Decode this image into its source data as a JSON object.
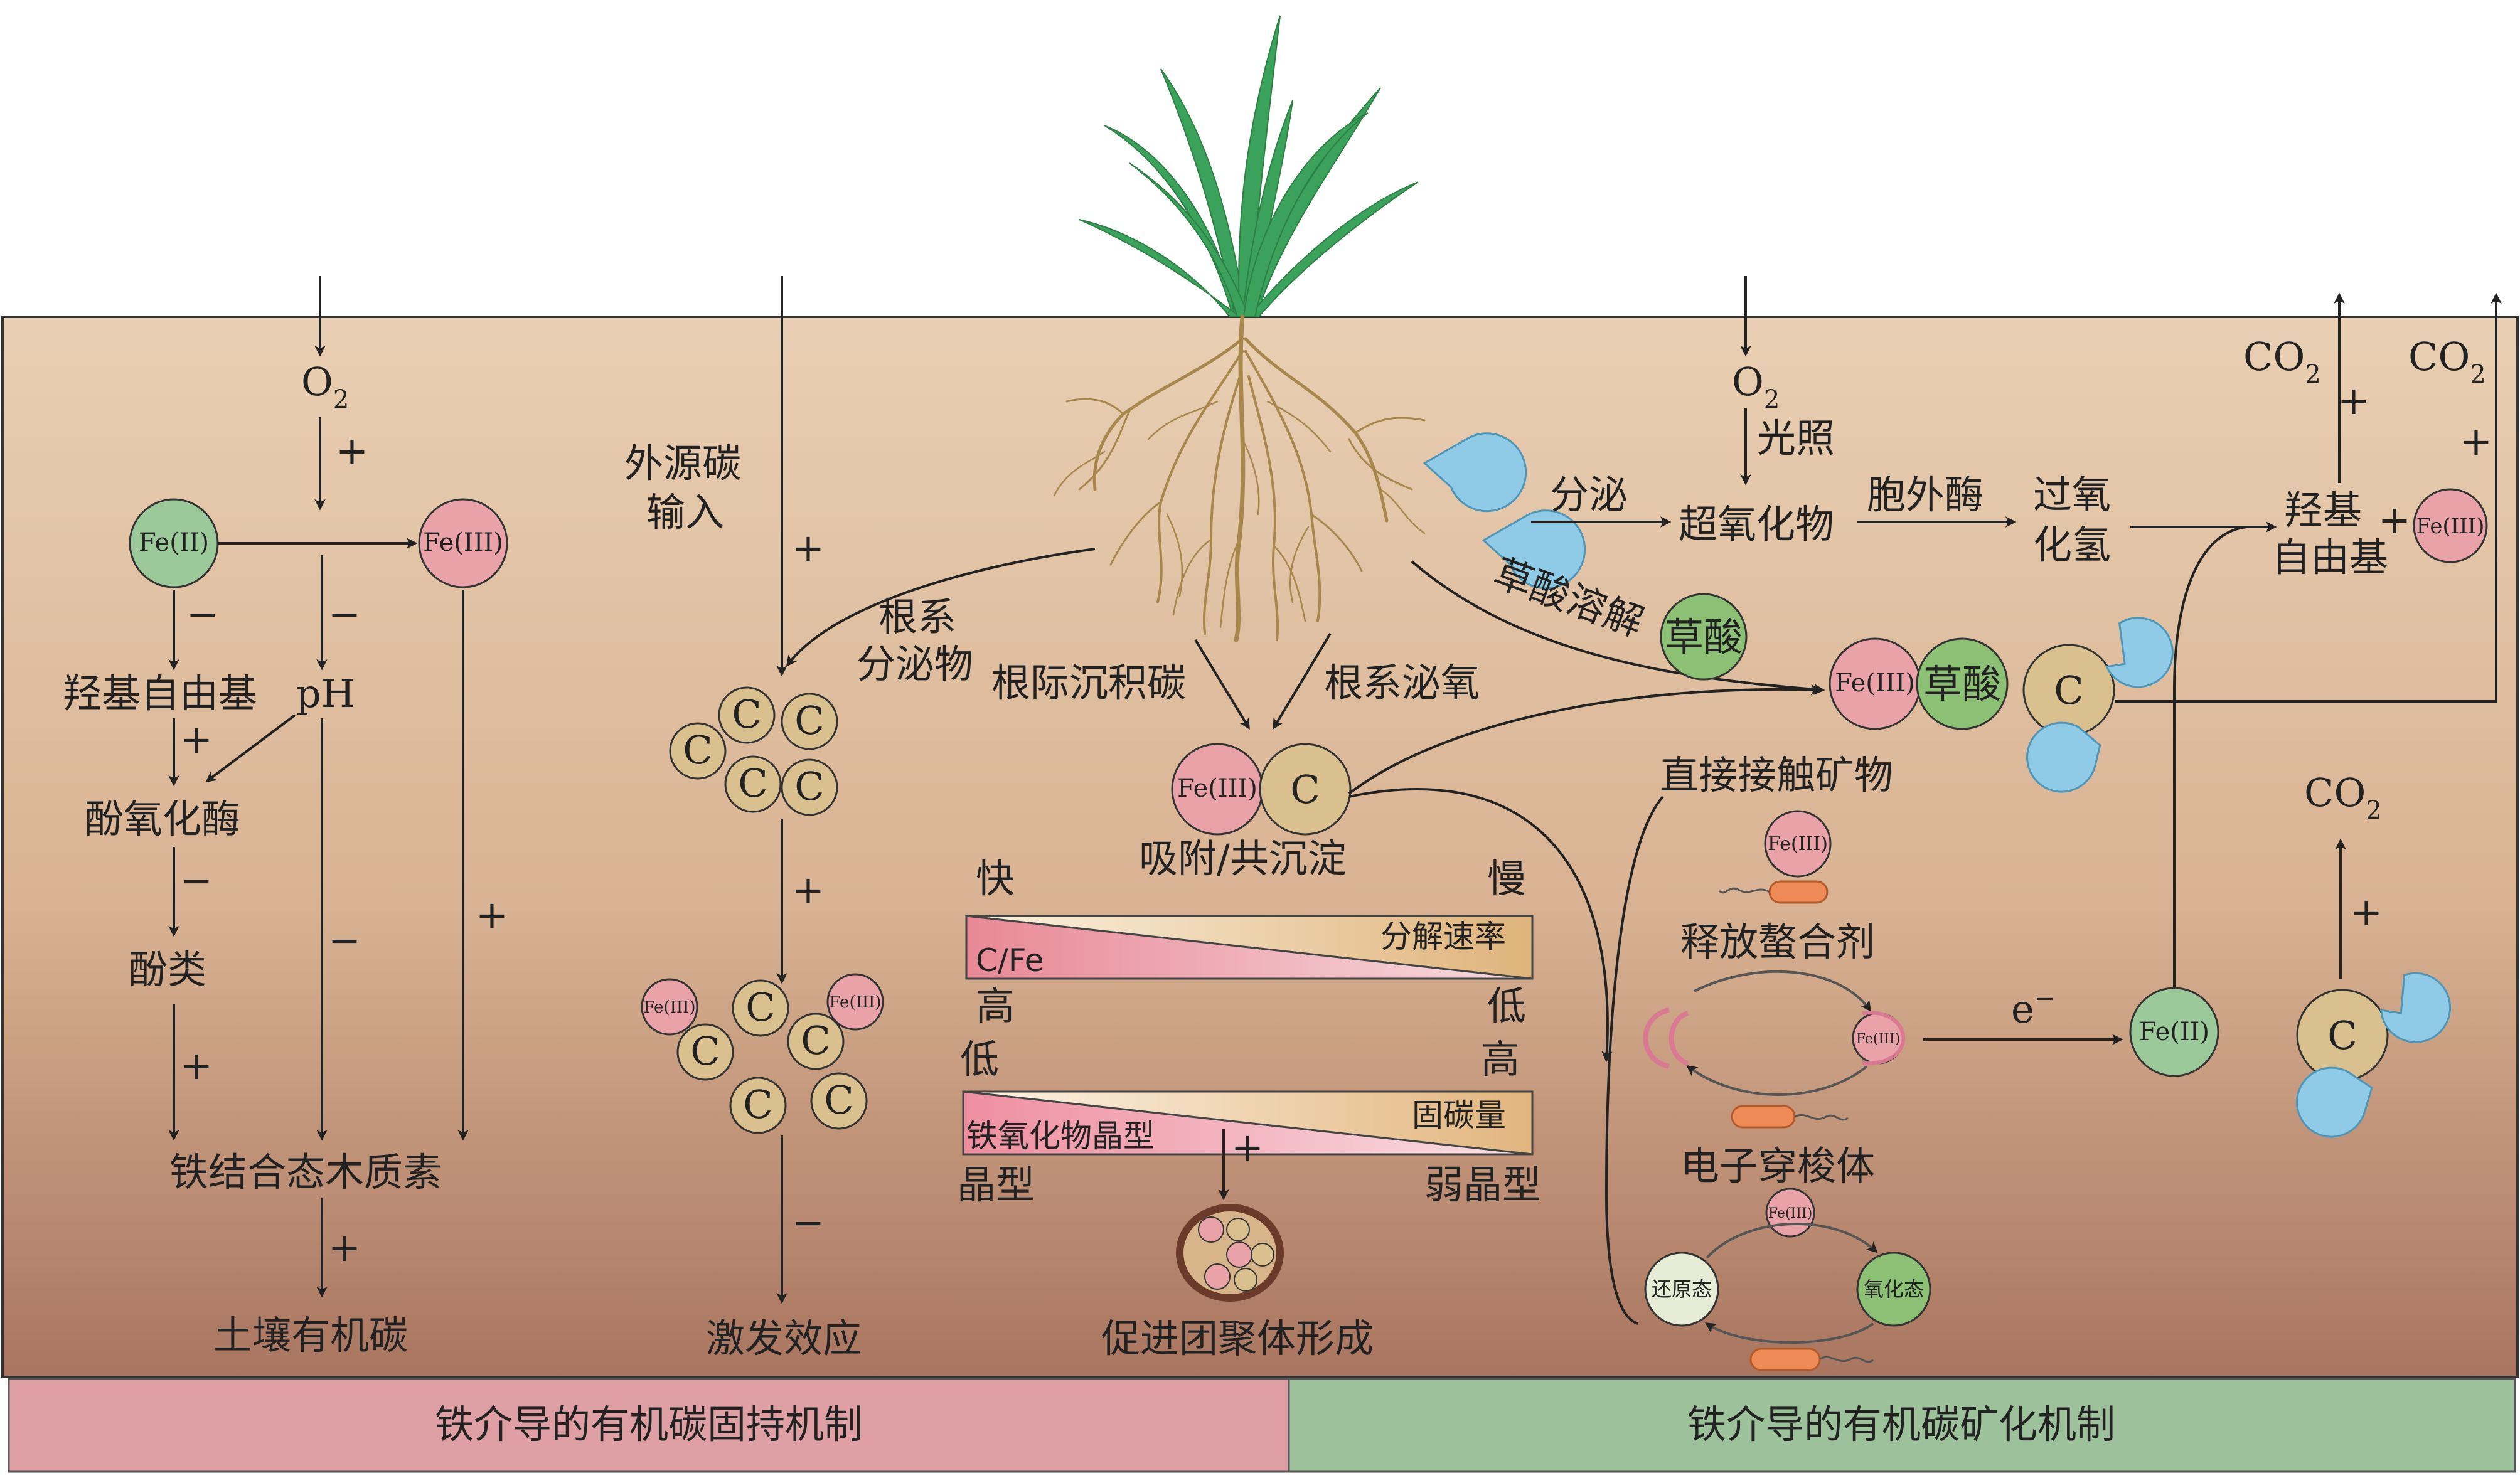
{
  "labels": {
    "o2": "O",
    "o2_sub": "2",
    "co2": "CO",
    "co2_sub": "2",
    "plus": "+",
    "minus": "−",
    "fe2": "Fe(II)",
    "fe3": "Fe(III)",
    "c": "C",
    "hydroxyl_radical": "羟基自由基",
    "ph": "pH",
    "phenol_oxidase": "酚氧化酶",
    "phenols": "酚类",
    "fe_bound_lignin": "铁结合态木质素",
    "soil_organic_carbon": "土壤有机碳",
    "exogenous_carbon_line1": "外源碳",
    "exogenous_carbon_line2": "输入",
    "root_exudates_line1": "根系",
    "root_exudates_line2": "分泌物",
    "rhizo_deposited_carbon": "根际沉积碳",
    "root_oxygen": "根系泌氧",
    "priming_effect": "激发效应",
    "adsorption_coprecipitation": "吸附/共沉淀",
    "fast": "快",
    "slow": "慢",
    "cfe": "C/Fe",
    "decomposition_rate": "分解速率",
    "high": "高",
    "low": "低",
    "iron_oxide_crystal": "铁氧化物晶型",
    "carbon_fixation": "固碳量",
    "crystalline": "晶型",
    "weakly_crystalline": "弱晶型",
    "aggregate_formation": "促进团聚体形成",
    "light": "光照",
    "secrete": "分泌",
    "superoxide": "超氧化物",
    "extracellular_enzyme": "胞外酶",
    "hydrogen_peroxide_line1": "过氧",
    "hydrogen_peroxide_line2": "化氢",
    "hydroxyl_line1": "羟基",
    "hydroxyl_line2": "自由基",
    "oxalic_dissolution": "草酸溶解",
    "oxalic_acid": "草酸",
    "direct_contact": "直接接触矿物",
    "release_chelator": "释放螯合剂",
    "electron": "e",
    "electron_sup": "−",
    "electron_shuttle": "电子穿梭体",
    "reduced_state": "还原态",
    "oxidized_state": "氧化态"
  },
  "bottom_bar": {
    "left": "铁介导的有机碳固持机制",
    "right": "铁介导的有机碳矿化机制"
  },
  "colors": {
    "fe2": "#9cc99a",
    "fe3": "#e8a2a8",
    "carbon": "#d9c08e",
    "oxalic": "#8cc074",
    "enzyme": "#8fcbe6",
    "bar_left": "#dea0a4",
    "bar_right": "#9dc19a",
    "plant": "#3aa25a",
    "root": "#a8874c"
  }
}
